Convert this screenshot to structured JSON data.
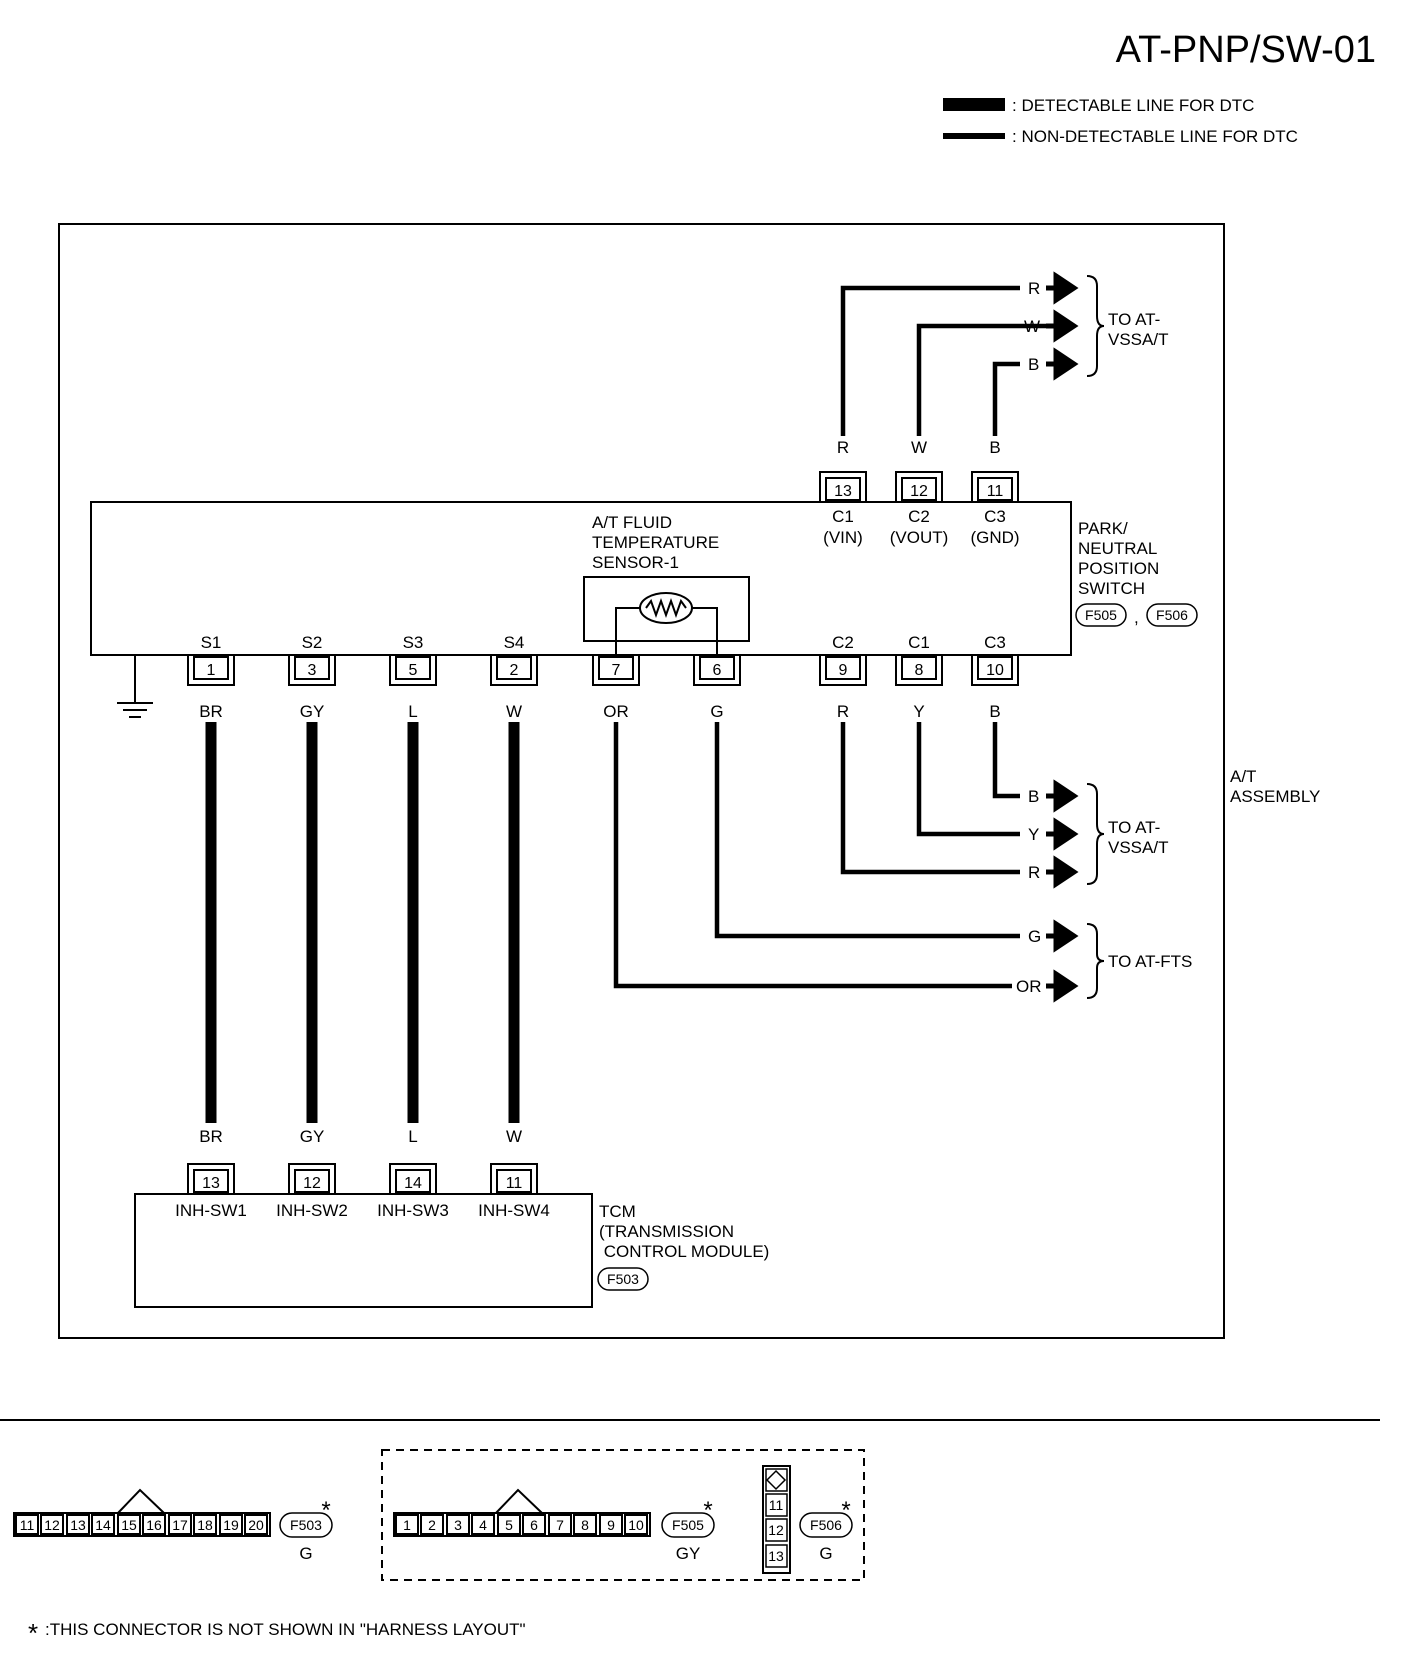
{
  "page_id": "AT-PNP/SW-01",
  "legend": {
    "detectable": ": DETECTABLE LINE FOR DTC",
    "non_detectable": ": NON-DETECTABLE LINE FOR DTC"
  },
  "assembly_label": [
    "A/T",
    "ASSEMBLY"
  ],
  "pnp_switch": {
    "label": [
      "PARK/",
      "NEUTRAL",
      "POSITION",
      "SWITCH"
    ],
    "connectors": [
      "F505",
      "F506"
    ],
    "comma": ",",
    "top_pins": [
      {
        "pin": "13",
        "wire": "R",
        "name": "C1",
        "sub": "(VIN)"
      },
      {
        "pin": "12",
        "wire": "W",
        "name": "C2",
        "sub": "(VOUT)"
      },
      {
        "pin": "11",
        "wire": "B",
        "name": "C3",
        "sub": "(GND)"
      }
    ],
    "bottom_pins": [
      {
        "pin": "1",
        "wire": "BR",
        "name": "S1"
      },
      {
        "pin": "3",
        "wire": "GY",
        "name": "S2"
      },
      {
        "pin": "5",
        "wire": "L",
        "name": "S3"
      },
      {
        "pin": "2",
        "wire": "W",
        "name": "S4"
      },
      {
        "pin": "7",
        "wire": "OR",
        "name": ""
      },
      {
        "pin": "6",
        "wire": "G",
        "name": ""
      },
      {
        "pin": "9",
        "wire": "R",
        "name": "C2"
      },
      {
        "pin": "8",
        "wire": "Y",
        "name": "C1"
      },
      {
        "pin": "10",
        "wire": "B",
        "name": "C3"
      }
    ]
  },
  "sensor": {
    "label": [
      "A/T FLUID",
      "TEMPERATURE",
      "SENSOR-1"
    ]
  },
  "outputs": {
    "top": {
      "wires": [
        "R",
        "W",
        "B"
      ],
      "dest": [
        "TO AT-",
        "VSSA/T"
      ]
    },
    "mid": {
      "wires": [
        "B",
        "Y",
        "R"
      ],
      "dest": [
        "TO AT-",
        "VSSA/T"
      ]
    },
    "fts": {
      "wires": [
        "G",
        "OR"
      ],
      "dest": [
        "TO AT-FTS"
      ]
    }
  },
  "tcm": {
    "label": [
      "TCM",
      "(TRANSMISSION",
      " CONTROL MODULE)"
    ],
    "connector": "F503",
    "pins": [
      {
        "pin": "13",
        "wire": "BR",
        "name": "INH-SW1"
      },
      {
        "pin": "12",
        "wire": "GY",
        "name": "INH-SW2"
      },
      {
        "pin": "14",
        "wire": "L",
        "name": "INH-SW3"
      },
      {
        "pin": "11",
        "wire": "W",
        "name": "INH-SW4"
      }
    ]
  },
  "connector_views": {
    "f503": {
      "pins": [
        "11",
        "12",
        "13",
        "14",
        "15",
        "16",
        "17",
        "18",
        "19",
        "20"
      ],
      "id": "F503",
      "color": "G",
      "star": "*"
    },
    "f505": {
      "pins": [
        "1",
        "2",
        "3",
        "4",
        "5",
        "6",
        "7",
        "8",
        "9",
        "10"
      ],
      "id": "F505",
      "color": "GY",
      "star": "*"
    },
    "f506": {
      "pins": [
        "11",
        "12",
        "13"
      ],
      "id": "F506",
      "color": "G",
      "star": "*"
    }
  },
  "footnote": {
    "star": "*",
    "text": ":THIS CONNECTOR IS NOT SHOWN IN \"HARNESS LAYOUT\""
  }
}
